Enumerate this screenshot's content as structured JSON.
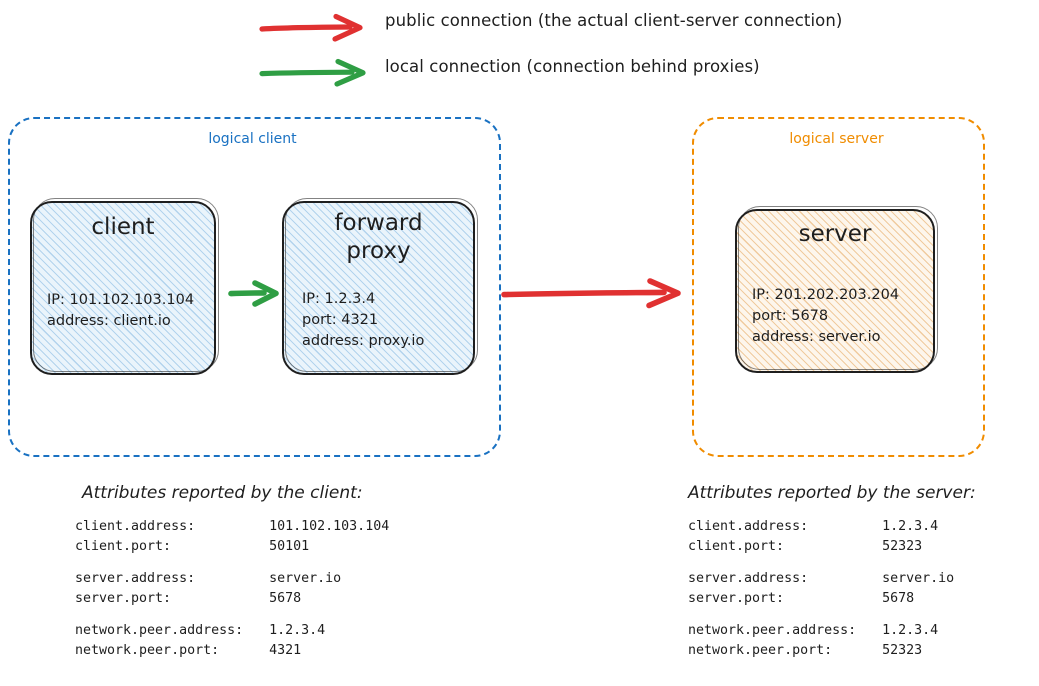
{
  "legend": {
    "items": [
      {
        "icon": "red-arrow-icon",
        "color": "#e03131",
        "label": "public connection (the actual client-server connection)"
      },
      {
        "icon": "green-arrow-icon",
        "color": "#2f9e44",
        "label": "local connection (connection behind proxies)"
      }
    ]
  },
  "groups": {
    "client": {
      "label": "logical client",
      "color": "#1971c2"
    },
    "server": {
      "label": "logical server",
      "color": "#f08c00"
    }
  },
  "nodes": {
    "client": {
      "title": "client",
      "props": "IP: 101.102.103.104\naddress: client.io"
    },
    "forward_proxy": {
      "title": "forward\nproxy",
      "props": "IP: 1.2.3.4\nport: 4321\naddress: proxy.io"
    },
    "server": {
      "title": "server",
      "props": "IP: 201.202.203.204\nport: 5678\naddress: server.io"
    }
  },
  "connections": {
    "local_client_to_proxy": {
      "color": "#2f9e44",
      "type": "local connection"
    },
    "public_proxy_to_server": {
      "color": "#e03131",
      "type": "public connection"
    }
  },
  "attributes": {
    "client": {
      "heading": "Attributes reported by the client:",
      "rows": [
        {
          "key": "client.address:",
          "value": "101.102.103.104"
        },
        {
          "key": "client.port:",
          "value": "50101"
        },
        {
          "key": "",
          "value": ""
        },
        {
          "key": "server.address:",
          "value": "server.io"
        },
        {
          "key": "server.port:",
          "value": "5678"
        },
        {
          "key": "",
          "value": ""
        },
        {
          "key": "network.peer.address:",
          "value": "1.2.3.4"
        },
        {
          "key": "network.peer.port:",
          "value": "4321"
        }
      ]
    },
    "server": {
      "heading": "Attributes reported by the server:",
      "rows": [
        {
          "key": "client.address:",
          "value": "1.2.3.4"
        },
        {
          "key": "client.port:",
          "value": "52323"
        },
        {
          "key": "",
          "value": ""
        },
        {
          "key": "server.address:",
          "value": "server.io"
        },
        {
          "key": "server.port:",
          "value": "5678"
        },
        {
          "key": "",
          "value": ""
        },
        {
          "key": "network.peer.address:",
          "value": "1.2.3.4"
        },
        {
          "key": "network.peer.port:",
          "value": "52323"
        }
      ]
    }
  }
}
